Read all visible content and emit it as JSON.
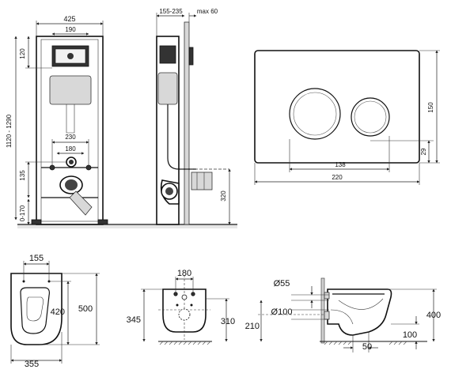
{
  "frame_front": {
    "width_total": "425",
    "width_top": "190",
    "height_range": "1120 - 1290",
    "height_top": "120",
    "bolt_spacing_1": "230",
    "bolt_spacing_2": "180",
    "drain_height": "135",
    "floor_range": "0-170"
  },
  "frame_side": {
    "depth_range": "155-235",
    "depth_max": "max 60",
    "drain_height": "320"
  },
  "flush_plate": {
    "width": "220",
    "height": "150",
    "button_spacing": "138",
    "button_offset": "29"
  },
  "bowl_top": {
    "bolt_spacing": "155",
    "depth": "500",
    "to_bolts": "420",
    "width": "355"
  },
  "bowl_back": {
    "bolt_spacing": "180",
    "height_left": "345",
    "height_right": "310"
  },
  "bowl_side": {
    "inlet_diameter": "Ø55",
    "outlet_diameter": "Ø100",
    "outlet_height": "210",
    "height": "400",
    "outlet_offset": "100",
    "inlet_offset": "50"
  }
}
